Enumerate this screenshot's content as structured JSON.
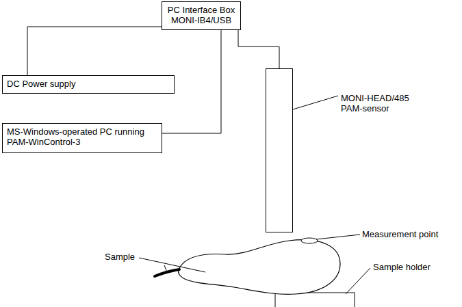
{
  "diagram": {
    "nodes": [
      {
        "text": [
          "PC Interface Box MONI-IB4/USB"
        ]
      },
      {
        "text": [
          "DC Power supply"
        ]
      },
      {
        "text": [
          "MS-Windows-operated PC running PAM-WinControl-3"
        ]
      },
      {
        "text": [
          "MONI-HEAD/485 PAM-sensor"
        ]
      }
    ],
    "edges": [
      {
        "from": 0,
        "to": 1,
        "arrow": "none"
      },
      {
        "from": 0,
        "to": 2,
        "arrow": "none"
      },
      {
        "from": 0,
        "to": 3,
        "arrow": "none"
      }
    ],
    "labels": [
      "Measurement point",
      "Sample",
      "Sample holder"
    ]
  }
}
